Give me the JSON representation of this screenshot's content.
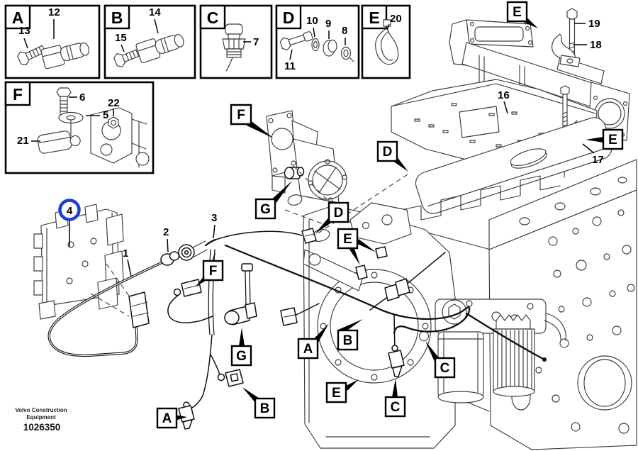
{
  "figure": {
    "brand_line1": "Volvo Construction",
    "brand_line2": "Equipment",
    "figure_number": "1026350"
  },
  "colors": {
    "ink": "#000000",
    "art": "#3a3a3a",
    "highlight": "#1a3fd4"
  },
  "letters": {
    "a": "A",
    "b": "B",
    "c": "C",
    "d": "D",
    "e": "E",
    "f": "F",
    "g": "G"
  },
  "inset_panels": [
    {
      "letter": "A",
      "part_labels": [
        "12",
        "13"
      ]
    },
    {
      "letter": "B",
      "part_labels": [
        "14",
        "15"
      ]
    },
    {
      "letter": "C",
      "part_labels": [
        "7"
      ]
    },
    {
      "letter": "D",
      "part_labels": [
        "8",
        "9",
        "10",
        "11"
      ]
    },
    {
      "letter": "E",
      "part_labels": [
        "20"
      ]
    },
    {
      "letter": "F",
      "part_labels": [
        "5",
        "6",
        "21",
        "22"
      ]
    }
  ],
  "main_part_labels": {
    "1": "1",
    "2": "2",
    "3": "3",
    "4": "4",
    "16": "16",
    "17": "17",
    "18": "18",
    "19": "19"
  }
}
